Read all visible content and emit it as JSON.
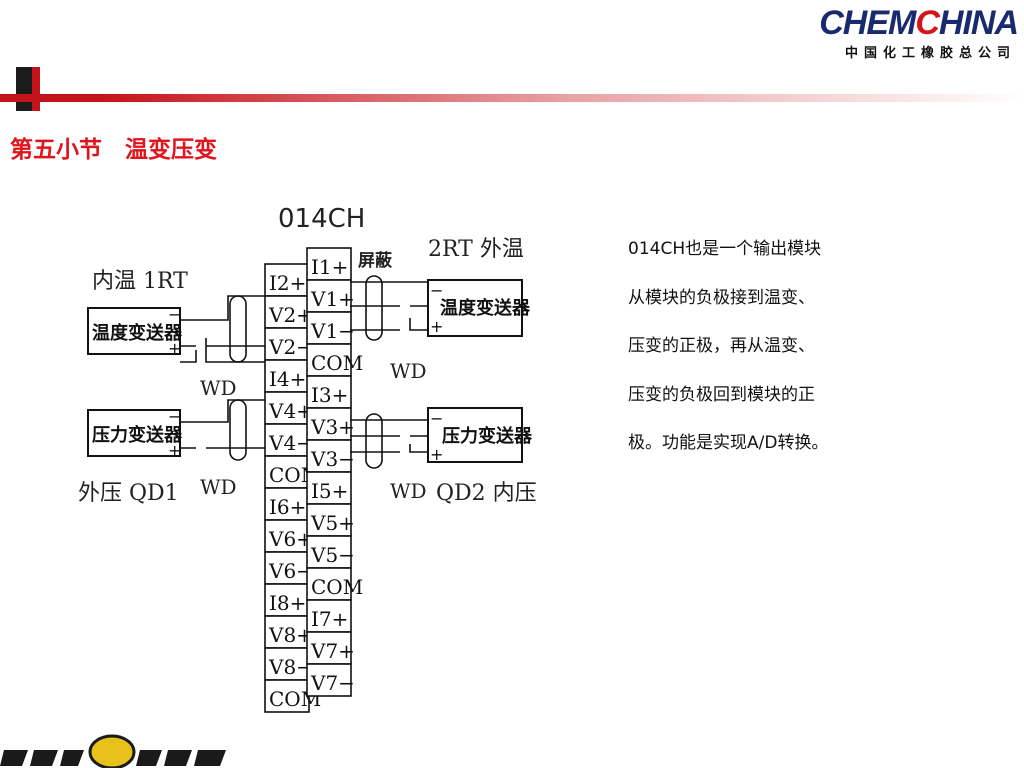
{
  "header": {
    "logo_text_prefix": "CHEM",
    "logo_text_suffix": "HINA",
    "logo_subtitle": "中国化工橡胶总公司",
    "section_title": "第五小节　温变压变"
  },
  "diagram": {
    "module_name": "014CH",
    "labels": {
      "inner_temp": "内温 1RT",
      "outer_temp": "2RT 外温",
      "outer_press": "外压 QD1",
      "inner_press": "QD2 内压",
      "shield": "屏蔽",
      "wd": "WD",
      "temp_transmitter": "温度变送器",
      "press_transmitter": "压力变送器"
    },
    "left_column": [
      "I2+",
      "V2+",
      "V2−",
      "I4+",
      "V4+",
      "V4−",
      "COM",
      "I6+",
      "V6+",
      "V6−",
      "I8+",
      "V8+",
      "V8−",
      "COM"
    ],
    "right_column": [
      "I1+",
      "V1+",
      "V1−",
      "COM",
      "I3+",
      "V3+",
      "V3−",
      "I5+",
      "V5+",
      "V5−",
      "COM",
      "I7+",
      "V7+",
      "V7−"
    ]
  },
  "description": {
    "lines": [
      "014CH也是一个输出模块",
      "从模块的负极接到温变、",
      "压变的正极，再从温变、",
      "压变的负极回到模块的正",
      "极。功能是实现A/D转换。"
    ]
  }
}
